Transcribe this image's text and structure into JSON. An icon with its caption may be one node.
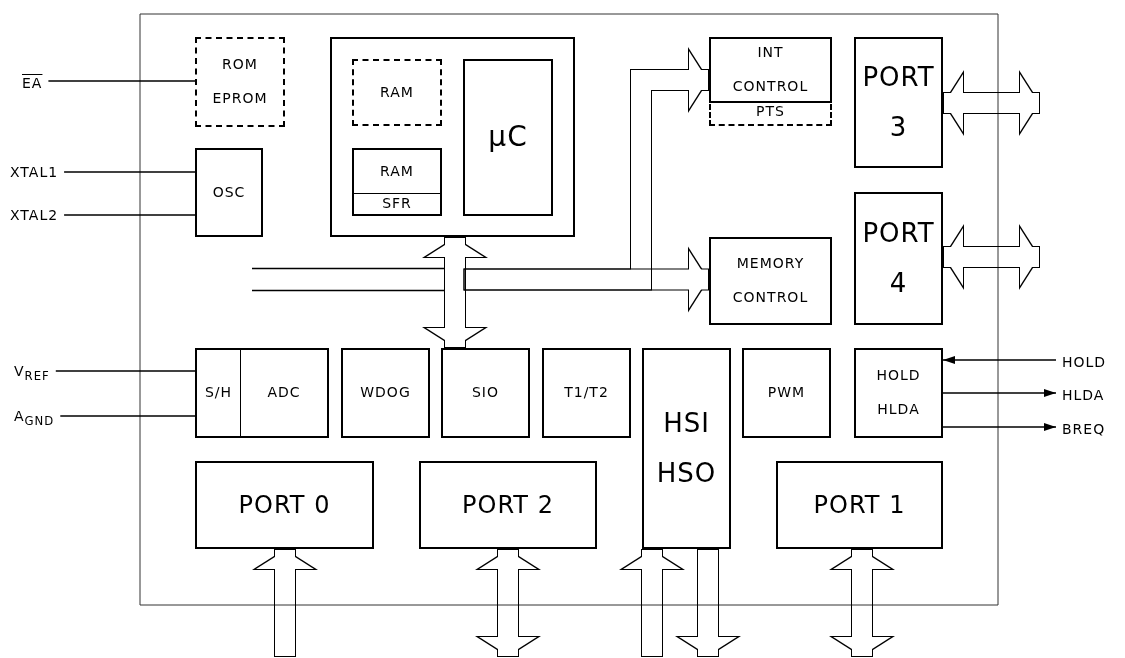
{
  "diagram": {
    "nodes": [
      {
        "text": [
          "ROM EPROM"
        ]
      },
      {
        "text": [
          "OSC"
        ]
      },
      {
        "text": [],
        "shape": "box"
      },
      {
        "text": [
          "RAM"
        ],
        "in": 2
      },
      {
        "text": [
          "RAM",
          "SFR"
        ],
        "in": 2
      },
      {
        "text": [
          "μC"
        ],
        "in": 2
      },
      {
        "text": [
          "INT CONTROL"
        ]
      },
      {
        "text": [
          "PTS"
        ]
      },
      {
        "text": [
          "MEMORY CONTROL"
        ]
      },
      {
        "text": [
          "PORT 3"
        ]
      },
      {
        "text": [
          "PORT 4"
        ]
      },
      {
        "text": [
          "S/H",
          "ADC"
        ]
      },
      {
        "text": [
          "WDOG"
        ]
      },
      {
        "text": [
          "SIO"
        ]
      },
      {
        "text": [
          "T1/T2"
        ]
      },
      {
        "text": [
          "HSI HSO"
        ]
      },
      {
        "text": [
          "PWM"
        ]
      },
      {
        "text": [
          "HOLD HLDA"
        ]
      },
      {
        "text": [
          "PORT 0"
        ]
      },
      {
        "text": [
          "PORT 2"
        ]
      },
      {
        "text": [
          "PORT 1"
        ]
      },
      {
        "text": [
          "EA"
        ]
      },
      {
        "text": [
          "XTAL1"
        ]
      },
      {
        "text": [
          "XTAL2"
        ]
      },
      {
        "text": [
          "V$_{REF}$"
        ]
      },
      {
        "text": [
          "A$_{GND}$"
        ]
      },
      {
        "text": [
          "HOLD"
        ]
      },
      {
        "text": [
          "HLDA"
        ]
      },
      {
        "text": [
          "BREQ"
        ]
      }
    ],
    "edges": [
      {
        "from": 21,
        "to": 0,
        "arrow": "none"
      },
      {
        "from": 22,
        "to": 1,
        "arrow": "none"
      },
      {
        "from": 23,
        "to": 1,
        "arrow": "none"
      },
      {
        "from": 24,
        "to": 11,
        "arrow": "none"
      },
      {
        "from": 25,
        "to": 11,
        "arrow": "none"
      },
      {
        "from": 13,
        "to": 2,
        "arrow": "both"
      },
      {
        "from": 2,
        "to": 6,
        "arrow": "to"
      },
      {
        "from": 2,
        "to": 8,
        "arrow": "to"
      },
      {
        "from": 9,
        "to": null,
        "arrow": "both"
      },
      {
        "from": 10,
        "to": null,
        "arrow": "both"
      },
      {
        "from": 26,
        "to": 17,
        "arrow": "to"
      },
      {
        "from": 17,
        "to": 27,
        "arrow": "to"
      },
      {
        "from": 17,
        "to": 28,
        "arrow": "to"
      },
      {
        "from": null,
        "to": 18,
        "arrow": "to"
      },
      {
        "from": 19,
        "to": null,
        "arrow": "both"
      },
      {
        "from": null,
        "to": 15,
        "arrow": "to"
      },
      {
        "from": 15,
        "to": null,
        "arrow": "to"
      },
      {
        "from": 20,
        "to": null,
        "arrow": "both"
      }
    ]
  }
}
